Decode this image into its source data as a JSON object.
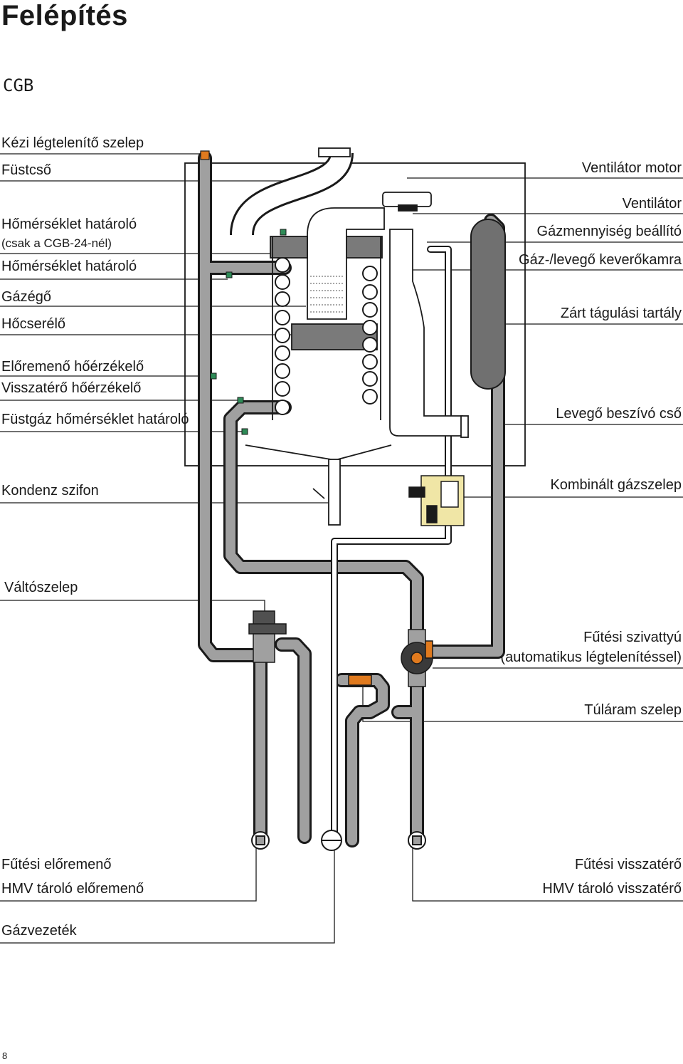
{
  "page": {
    "title": "Felépítés",
    "subtitle": "CGB",
    "page_number": "8"
  },
  "labels_left": {
    "kezi_legtelenito": "Kézi légtelenítő szelep",
    "fustcso": "Füstcső",
    "homerseklet_hatarolo_1": "Hőmérséklet határoló",
    "csak_cgb24": "(csak a CGB-24-nél)",
    "homerseklet_hatarolo_2": "Hőmérséklet határoló",
    "gazego": "Gázégő",
    "hocserelo": "Hőcserélő",
    "eloremeno_hoerzekelo": "Előremenő hőérzékelő",
    "visszatero_hoerzekelo": "Visszatérő hőérzékelő",
    "fustgaz_homerseklet": "Füstgáz hőmérséklet határoló",
    "kondenz_szifon": "Kondenz szifon",
    "valtoszelep": "Váltószelep",
    "futesi_eloremeno": "Fűtési előremenő",
    "hmv_tarolo_eloremeno": "HMV tároló előremenő",
    "gazvezetek": "Gázvezeték"
  },
  "labels_right": {
    "ventilator_motor": "Ventilátor motor",
    "ventilator": "Ventilátor",
    "gazmennyiseg": "Gázmennyiség beállító",
    "gaz_levego": "Gáz-/levegő keverőkamra",
    "zart_tagulasi": "Zárt tágulási tartály",
    "levego_beszivo": "Levegő beszívó cső",
    "kombinalt_gazszelep": "Kombinált gázszelep",
    "futesi_szivattyu": "Fűtési szivattyú",
    "automatikus": "(automatikus légtelenítéssel)",
    "tularam_szelep": "Túláram szelep",
    "futesi_visszatero": "Fűtési visszatérő",
    "hmv_tarolo_visszatero": "HMV tároló visszatérő"
  },
  "colors": {
    "pipe": "#a0a0a0",
    "tank": "#707070",
    "accent": "#e07a1e",
    "sensor": "#2e8b57",
    "line": "#1a1a1a"
  }
}
